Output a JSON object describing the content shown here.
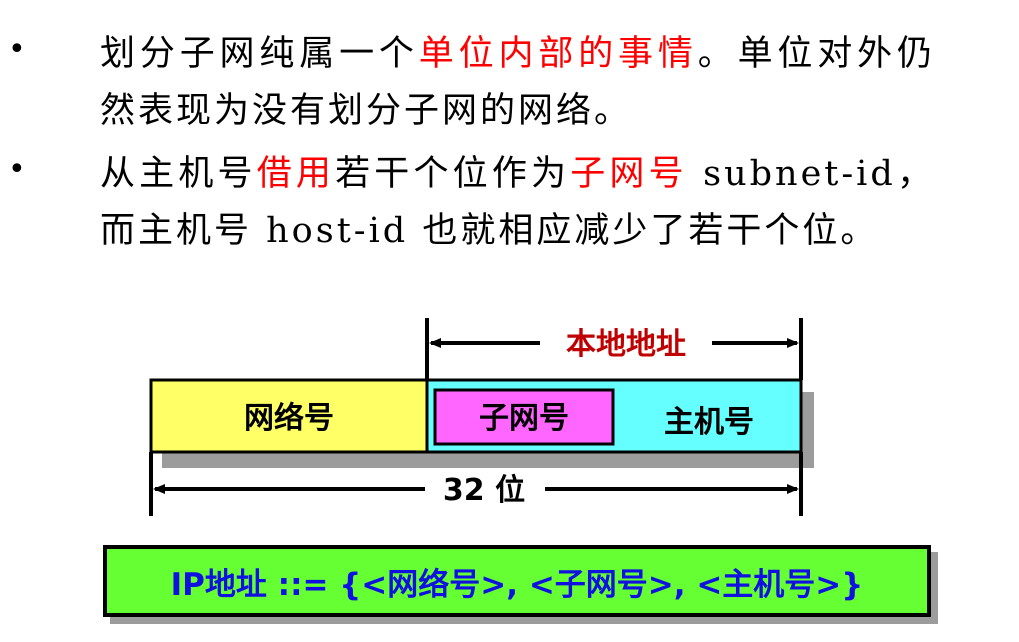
{
  "bullets": [
    {
      "marker": "•",
      "parts": [
        {
          "text": "划分子网纯属一个",
          "color": "#000000"
        },
        {
          "text": "单位内部的事情",
          "color": "#ff0000"
        },
        {
          "text": "。单位对外仍然表现为没有划分子网的网络。",
          "color": "#000000"
        }
      ]
    },
    {
      "marker": "•",
      "parts": [
        {
          "text": "从主机号",
          "color": "#000000"
        },
        {
          "text": "借用",
          "color": "#ff0000"
        },
        {
          "text": "若干个位作为",
          "color": "#000000"
        },
        {
          "text": "子网号",
          "color": "#ff0000"
        },
        {
          "text": " subnet-id，而主机号 host-id 也就相应减少了若干个位。",
          "color": "#000000"
        }
      ]
    }
  ],
  "diagram": {
    "local_address_label": "本地地址",
    "network_label": "网络号",
    "subnet_label": "子网号",
    "host_label": "主机号",
    "width_label": "32 位",
    "colors": {
      "network": "#ffff66",
      "host_part": "#66ffff",
      "subnet": "#ff66ff",
      "local_label": "#c00000",
      "shadow": "#9c9c9c"
    }
  },
  "formula": {
    "text": "IP地址 ::= {<网络号>, <子网号>, <主机号>}",
    "background": "#66ff33",
    "color": "#1010e0"
  }
}
